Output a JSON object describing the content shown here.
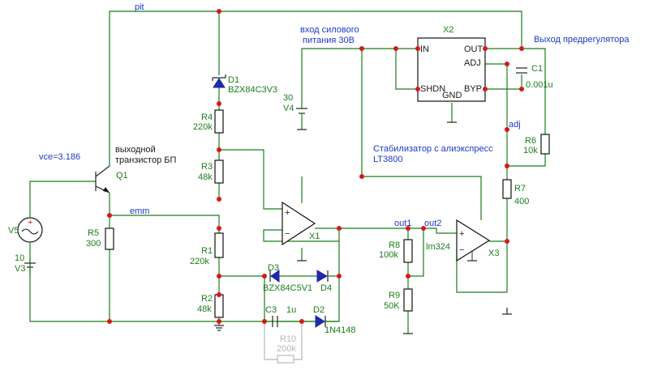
{
  "nets": {
    "pit": "pit",
    "emm": "emm",
    "out1": "out1",
    "out2": "out2",
    "adj": "adj",
    "vce": "vce=3.186"
  },
  "notes": {
    "power_input_line1": "вход силового",
    "power_input_line2": "питания  30В",
    "preregulator_output": "Выход предрегулятора",
    "stabilizer_line1": "Стабилизатор с алиэкспресс",
    "stabilizer_line2": "LT3800",
    "output_transistor_line1": "выходной",
    "output_transistor_line2": "транзистор БП"
  },
  "components": {
    "d1": {
      "ref": "D1",
      "value": "BZX84C3V3"
    },
    "r4": {
      "ref": "R4",
      "value": "220k"
    },
    "r3": {
      "ref": "R3",
      "value": "48k"
    },
    "r1": {
      "ref": "R1",
      "value": "220k"
    },
    "r2": {
      "ref": "R2",
      "value": "48k"
    },
    "r5": {
      "ref": "R5",
      "value": "300"
    },
    "q1": {
      "ref": "Q1"
    },
    "v5": {
      "ref": "V5"
    },
    "v3": {
      "ref": "V3",
      "value": "10"
    },
    "v4": {
      "ref": "V4",
      "value": "30"
    },
    "x1": {
      "ref": "X1"
    },
    "x2": {
      "ref": "X2",
      "pins": {
        "in": "IN",
        "shdn": "SHDN",
        "gnd": "GND",
        "out": "OUT",
        "adj": "ADJ",
        "byp": "BYP"
      }
    },
    "x3": {
      "ref": "X3",
      "value": "lm324"
    },
    "c1": {
      "ref": "C1",
      "value": "0.001u"
    },
    "r6": {
      "ref": "R6",
      "value": "10k"
    },
    "r7": {
      "ref": "R7",
      "value": "400"
    },
    "r8": {
      "ref": "R8",
      "value": "100k"
    },
    "r9": {
      "ref": "R9",
      "value": "50K"
    },
    "d3": {
      "ref": "D3",
      "value": "BZX84C5V1"
    },
    "d4": {
      "ref": "D4"
    },
    "c3": {
      "ref": "C3",
      "value": "1u"
    },
    "d2": {
      "ref": "D2",
      "value": "1N4148"
    },
    "r10": {
      "ref": "R10",
      "value": "200k"
    }
  },
  "colors": {
    "wire": "#1b7d1b",
    "net_label": "#1c38c8",
    "component_label": "#1b7d1b",
    "junction": "#d81818",
    "disabled": "#b8b8b8"
  }
}
